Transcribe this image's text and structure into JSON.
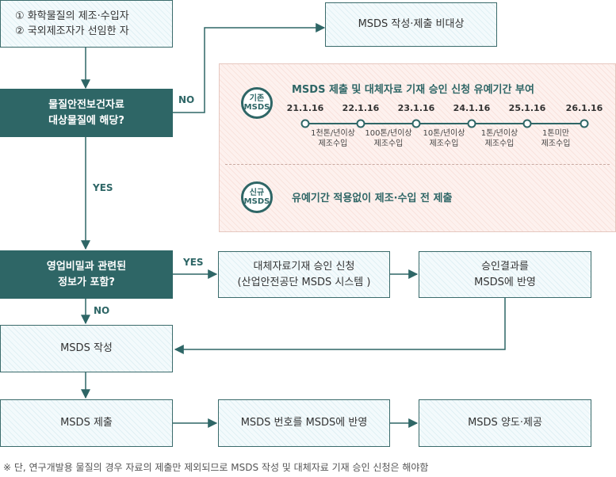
{
  "boxes": {
    "start_line1": "① 화학물질의 제조·수입자",
    "start_line2": "② 국외제조자가 선임한 자",
    "not_target": "MSDS 작성·제출 비대상",
    "decision1_line1": "물질안전보건자료",
    "decision1_line2": "대상물질에 해당?",
    "decision2_line1": "영업비밀과 관련된",
    "decision2_line2": "정보가 포함?",
    "approval_line1": "대체자료기재 승인 신청",
    "approval_line2": "(산업안전공단 MSDS 시스템 )",
    "result_line1": "승인결과를",
    "result_line2": "MSDS에 반영",
    "write": "MSDS 작성",
    "submit": "MSDS 제출",
    "reflect": "MSDS 번호를 MSDS에 반영",
    "transfer": "MSDS 양도·제공"
  },
  "labels": {
    "no1": "NO",
    "yes1": "YES",
    "yes2": "YES",
    "no2": "NO"
  },
  "panel": {
    "existing_badge_line1": "기존",
    "existing_badge_line2": "MSDS",
    "existing_title": "MSDS 제출 및 대체자료 기재 승인 신청 유예기간 부여",
    "timeline": [
      {
        "date": "21.1.16",
        "desc1": "1천톤/년이상",
        "desc2": "제조수입"
      },
      {
        "date": "22.1.16",
        "desc1": "100톤/년이상",
        "desc2": "제조수입"
      },
      {
        "date": "23.1.16",
        "desc1": "10톤/년이상",
        "desc2": "제조수입"
      },
      {
        "date": "24.1.16",
        "desc1": "1톤/년이상",
        "desc2": "제조수입"
      },
      {
        "date": "25.1.16",
        "desc1": "1톤미만",
        "desc2": "제조수입"
      },
      {
        "date": "26.1.16",
        "desc1": "",
        "desc2": ""
      }
    ],
    "new_badge_line1": "신규",
    "new_badge_line2": "MSDS",
    "new_title": "유예기간 적용없이 제조·수입 전 제출"
  },
  "footnote": "※ 단, 연구개발용 물질의 경우 자료의 제출만 제외되므로 MSDS 작성 및 대체자료 기재 승인 신청은 해야함",
  "colors": {
    "teal": "#2e6666",
    "box_fill": "#f3fafc",
    "panel_fill": "#fdf1ee"
  }
}
